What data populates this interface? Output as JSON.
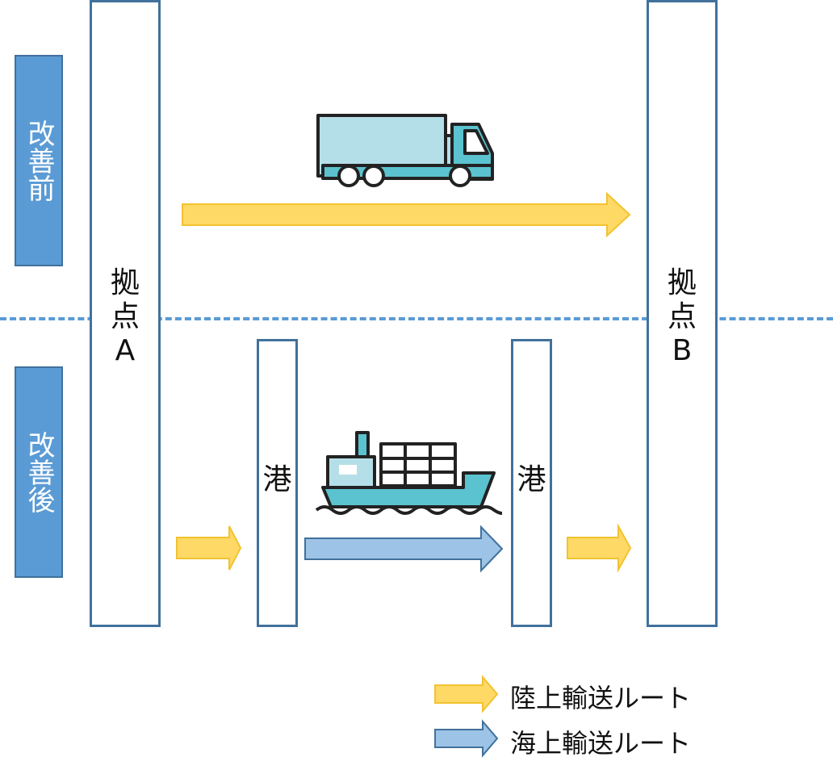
{
  "sections": {
    "before": "改善前",
    "after": "改善後"
  },
  "nodes": {
    "base_a": {
      "line1": "拠",
      "line2": "点",
      "line3": "A"
    },
    "base_b": {
      "line1": "拠",
      "line2": "点",
      "line3": "B"
    },
    "port_left": "港",
    "port_right": "港"
  },
  "legend": {
    "land_route": "陸上輸送ルート",
    "sea_route": "海上輸送ルート"
  },
  "colors": {
    "land_arrow": "#ffd966",
    "land_arrow_border": "#f2c230",
    "sea_arrow": "#9dc3e6",
    "sea_arrow_border": "#41719c",
    "label_fill": "#5b9bd5",
    "node_border": "#41719c"
  },
  "icons": {
    "truck": "truck-icon",
    "ship": "cargo-ship-icon"
  }
}
